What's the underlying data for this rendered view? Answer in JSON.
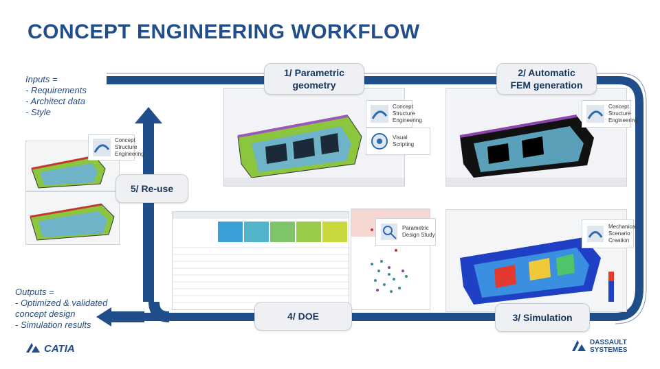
{
  "title": "CONCEPT ENGINEERING WORKFLOW",
  "inputs": {
    "heading": "Inputs =",
    "items": [
      "- Requirements",
      "- Architect data",
      "- Style"
    ]
  },
  "outputs": {
    "heading": "Outputs =",
    "items": [
      "- Optimized & validated",
      "concept design",
      "- Simulation results"
    ]
  },
  "steps": {
    "s1": {
      "line1": "1/ Parametric",
      "line2": "geometry"
    },
    "s2": {
      "line1": "2/ Automatic",
      "line2": "FEM generation"
    },
    "s3": {
      "label": "3/ Simulation"
    },
    "s4": {
      "label": "4/ DOE"
    },
    "s5": {
      "label": "5/ Re-use"
    }
  },
  "badges": {
    "cse_1": {
      "line1": "Concept",
      "line2": "Structure",
      "line3": "Engineering"
    },
    "visual_scripting": {
      "label": "Visual Scripting"
    },
    "cse_2": {
      "line1": "Concept",
      "line2": "Structure",
      "line3": "Engineering"
    },
    "cse_5": {
      "line1": "Concept",
      "line2": "Structure",
      "line3": "Engineering"
    },
    "parametric_design": {
      "line1": "Parametric",
      "line2": "Design Study"
    },
    "mech_scenario": {
      "line1": "Mechanical",
      "line2": "Scenario",
      "line3": "Creation"
    }
  },
  "logos": {
    "catia": "CATIA",
    "ds_line1": "DASSAULT",
    "ds_line2": "SYSTEMES"
  },
  "colors": {
    "flow": "#1f4e8a",
    "title": "#1f4e8a",
    "step_bg": "#eef0f3"
  },
  "icons": [
    "arrow-left-icon",
    "arrow-up-icon",
    "concept-structure-icon",
    "visual-scripting-icon",
    "parametric-design-icon",
    "mechanical-scenario-icon",
    "catia-logo-icon",
    "dassault-logo-icon"
  ]
}
